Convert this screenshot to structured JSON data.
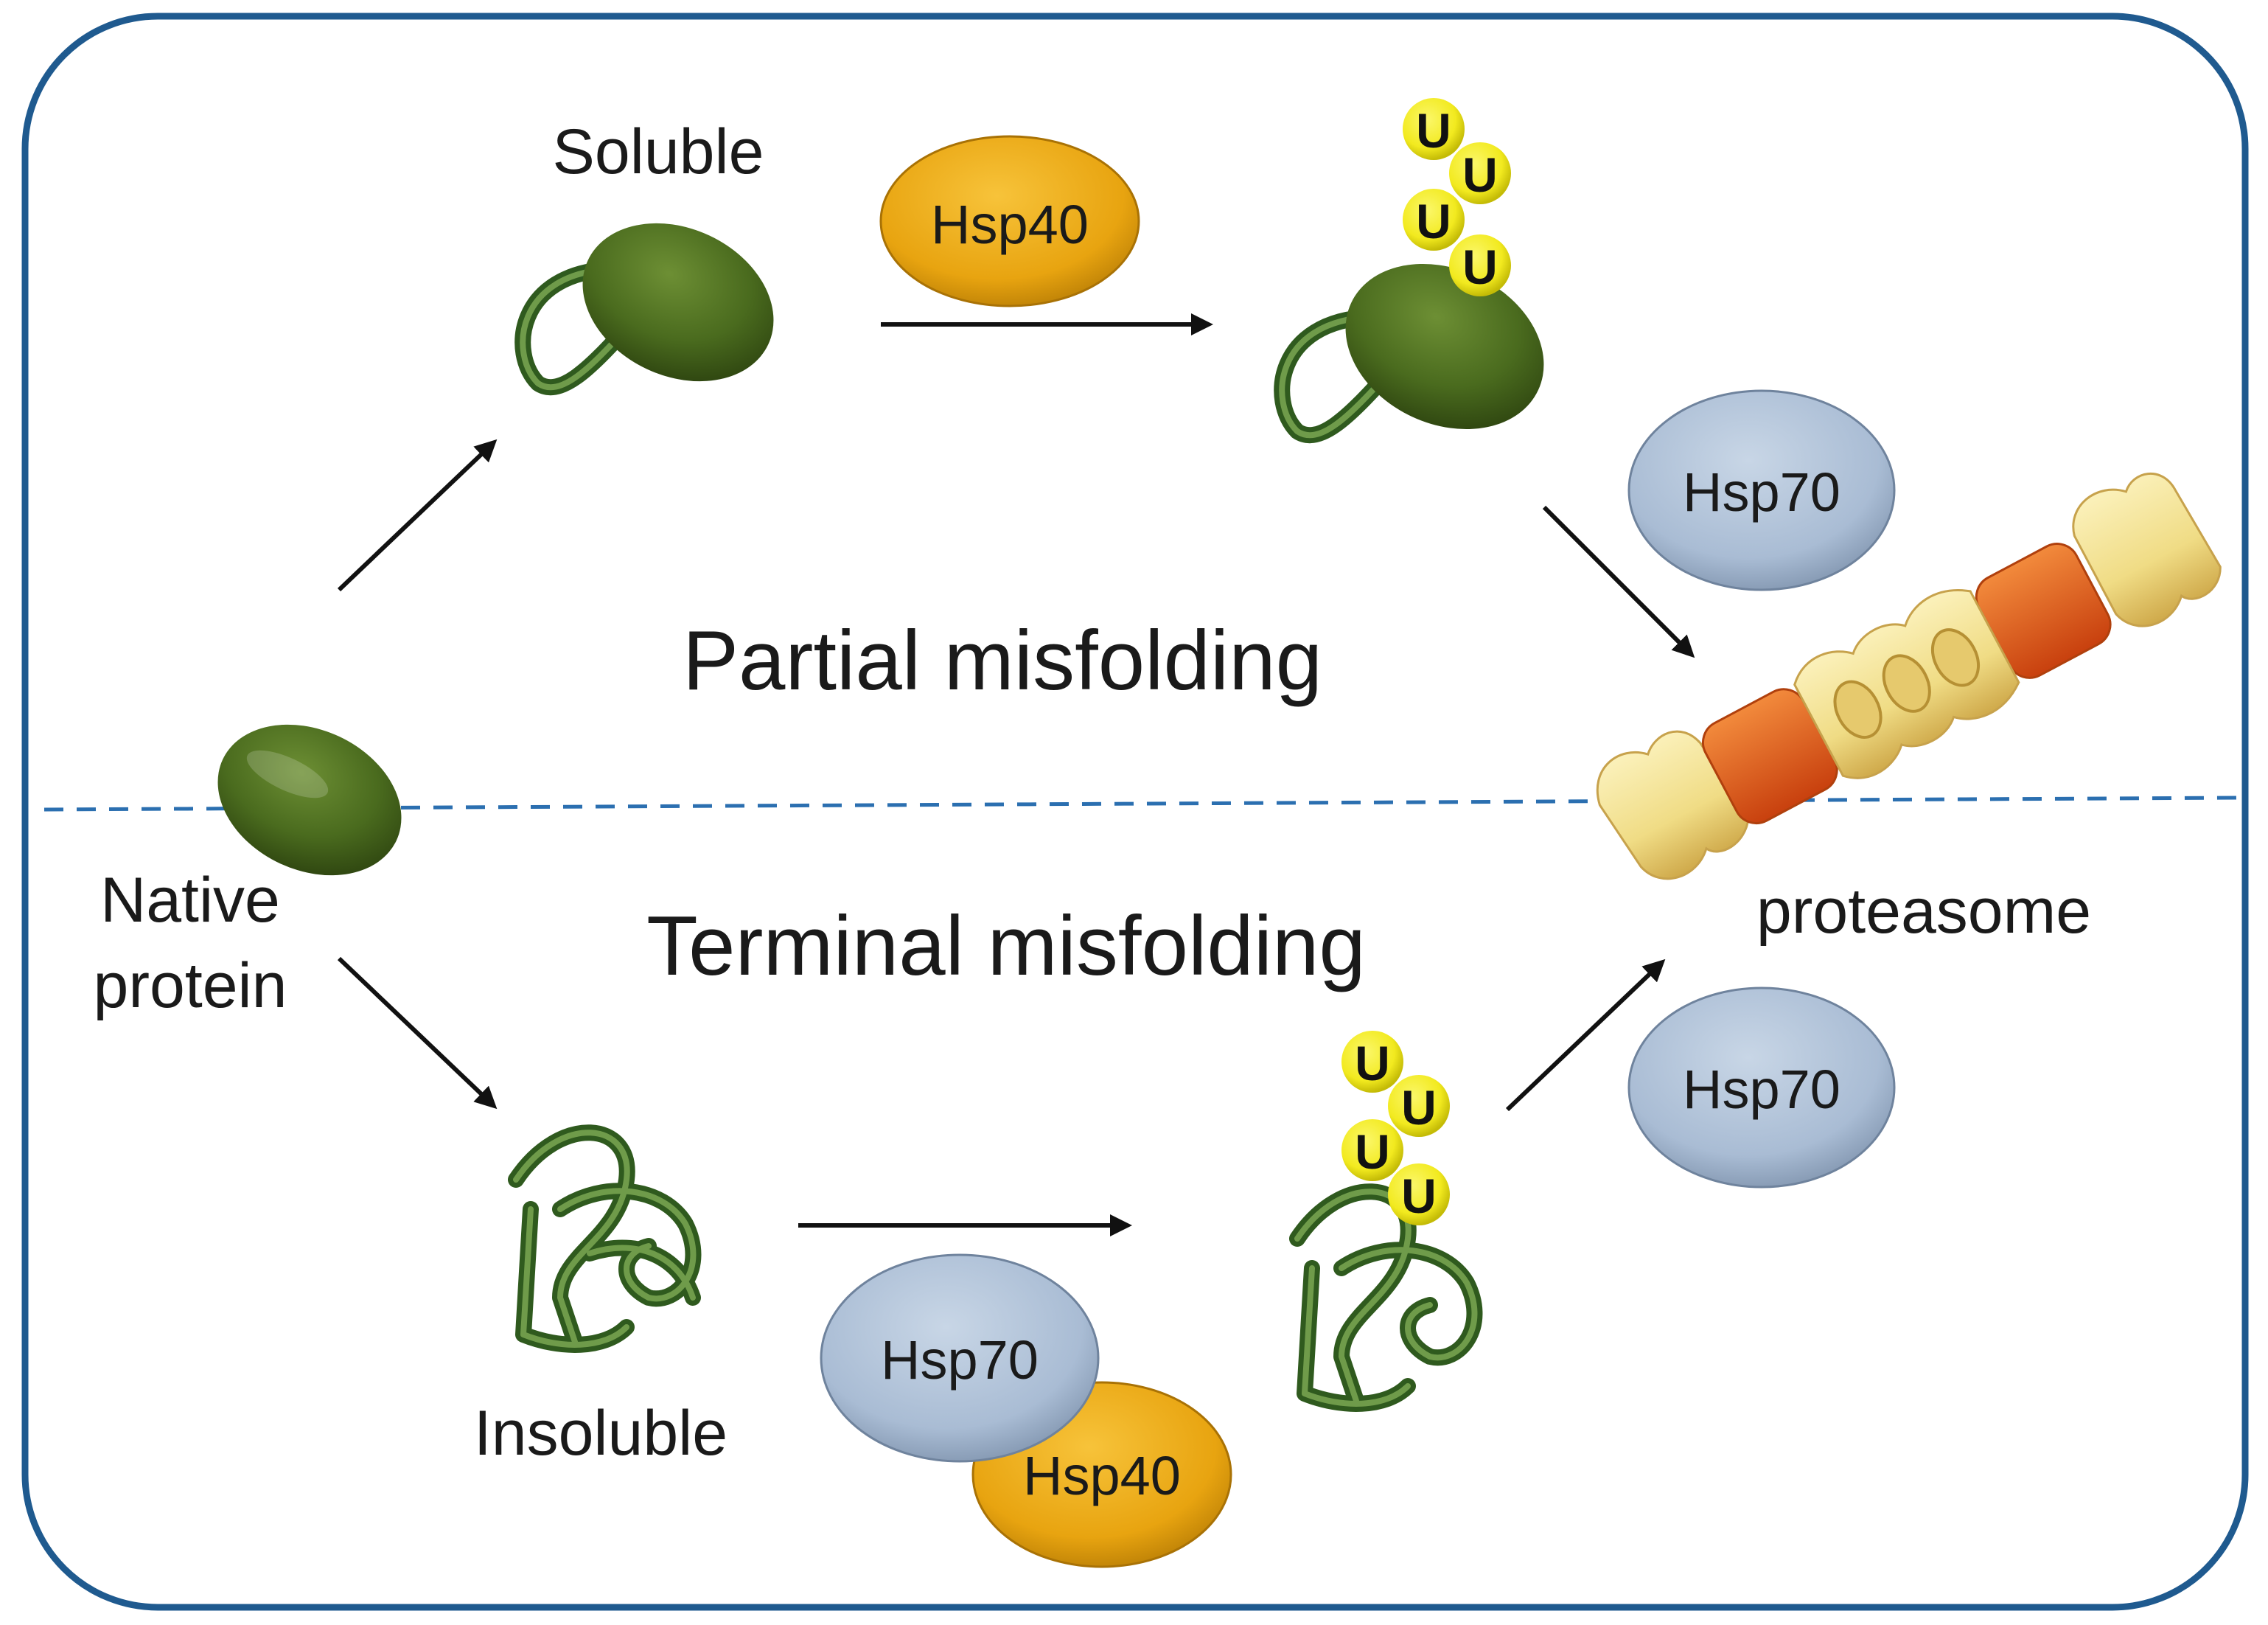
{
  "labels": {
    "soluble": "Soluble",
    "insoluble": "Insoluble",
    "native_line1": "Native",
    "native_line2": "protein",
    "partial": "Partial misfolding",
    "terminal": "Terminal misfolding",
    "proteasome": "proteasome"
  },
  "chaperones": {
    "hsp40": "Hsp40",
    "hsp70": "Hsp70"
  },
  "ubiquitin": "U",
  "colors": {
    "frame": "#1f5a8f",
    "divider": "#2b6fb0",
    "protein": "#4a6b1e",
    "hsp40": "#e8a410",
    "hsp70": "#a9bcd4",
    "ubiquitin": "#f2ea1f",
    "proteasome_body": "#f3e39a",
    "proteasome_core": "#e8601c",
    "arrow": "#111111"
  }
}
